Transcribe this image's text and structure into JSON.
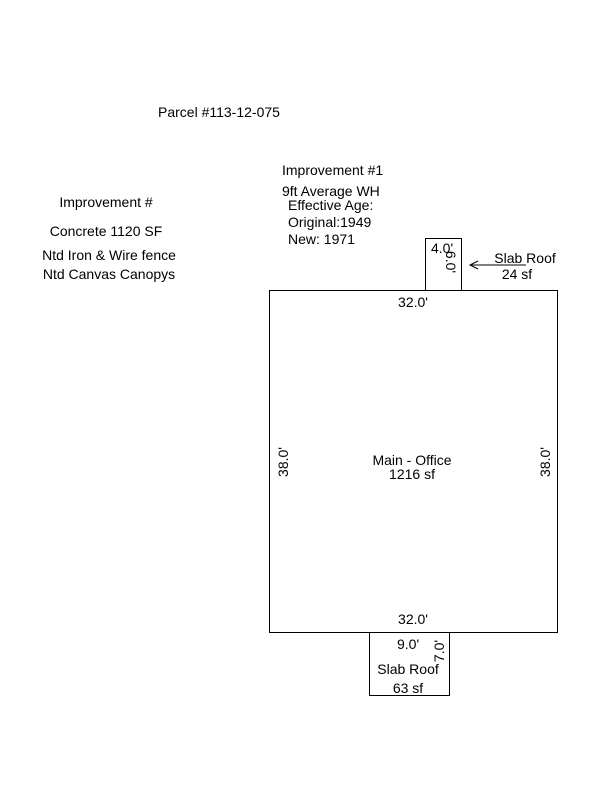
{
  "parcel": {
    "label": "Parcel #113-12-075"
  },
  "left_notes": {
    "title": "Improvement #",
    "lines": [
      "Concrete 1120 SF",
      "Ntd Iron & Wire fence",
      "Ntd Canvas Canopys"
    ]
  },
  "improvement1": {
    "title": "Improvement #1",
    "wall_height": "9ft Average WH",
    "effective_age_label": "Effective Age:",
    "original": "Original:1949",
    "new": "New: 1971"
  },
  "main": {
    "name": "Main - Office",
    "area": "1216 sf",
    "top_dim": "32.0'",
    "bottom_dim": "32.0'",
    "left_dim": "38.0'",
    "right_dim": "38.0'"
  },
  "slab_top": {
    "name": "Slab Roof",
    "area": "24 sf",
    "width_dim": "4.0'",
    "height_dim": "6.0'"
  },
  "slab_bottom": {
    "name": "Slab Roof",
    "area": "63 sf",
    "width_dim": "9.0'",
    "height_dim": "7.0'"
  },
  "colors": {
    "line": "#000000",
    "background": "#ffffff"
  }
}
